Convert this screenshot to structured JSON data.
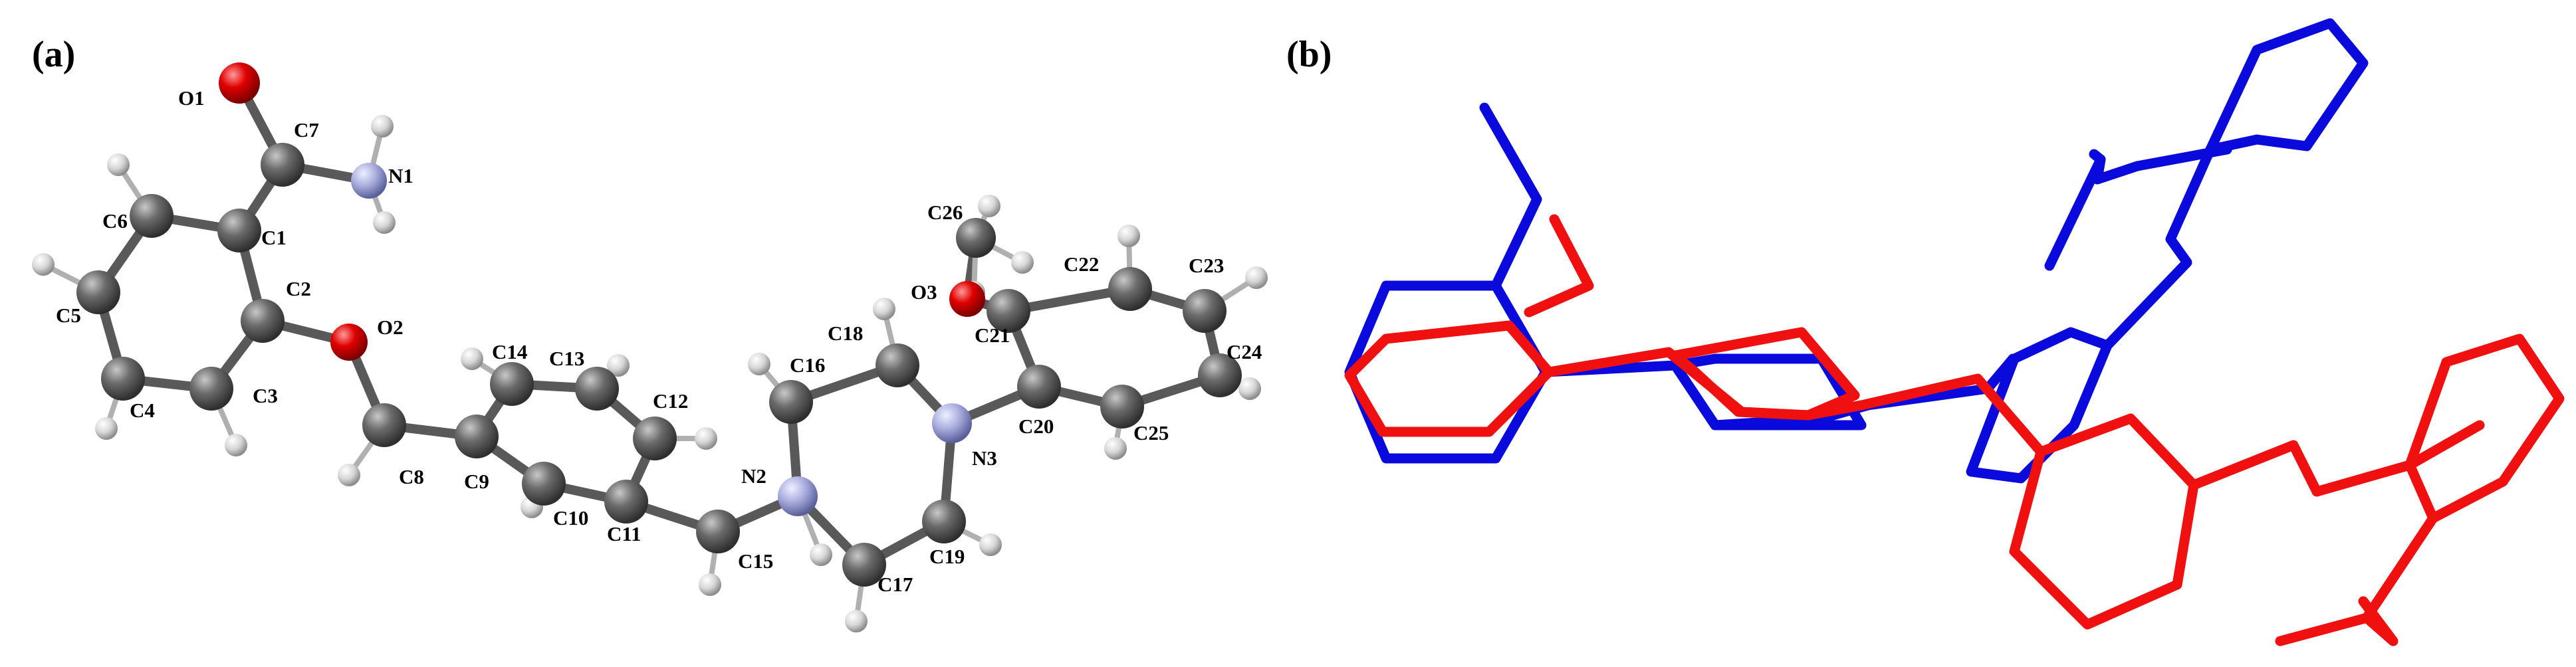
{
  "panels": [
    {
      "id": "a",
      "label": "(a)"
    },
    {
      "id": "b",
      "label": "(b)"
    }
  ],
  "molecule": {
    "atom_labels": [
      "O1",
      "C7",
      "N1",
      "C6",
      "C1",
      "C5",
      "C2",
      "O2",
      "C4",
      "C3",
      "C8",
      "C9",
      "C14",
      "C13",
      "C12",
      "C10",
      "C11",
      "C15",
      "N2",
      "C16",
      "C18",
      "C17",
      "C19",
      "N3",
      "C20",
      "C21",
      "O3",
      "C26",
      "C22",
      "C23",
      "C24",
      "C25"
    ]
  },
  "colors": {
    "carbon": "#6b6b6b",
    "hydrogen": "#d9d9d9",
    "oxygen": "#e00000",
    "nitrogen": "#a9addd",
    "overlay_blue": "#0a0adc",
    "overlay_red": "#f01010"
  }
}
